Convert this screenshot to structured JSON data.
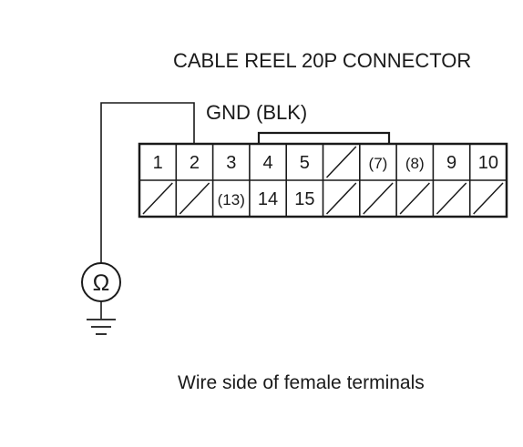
{
  "diagram": {
    "title": "CABLE REEL 20P CONNECTOR",
    "wire_label": "GND (BLK)",
    "ohmmeter_symbol": "Ω",
    "caption": "Wire side of female terminals",
    "connector": {
      "top_row": [
        "1",
        "2",
        "3",
        "4",
        "5",
        "",
        "(7)",
        "(8)",
        "9",
        "10"
      ],
      "bottom_row": [
        "",
        "",
        "(13)",
        "14",
        "15",
        "",
        "",
        "",
        "",
        ""
      ],
      "probe_terminal": "2"
    },
    "icons": {
      "ohmmeter": "ohmmeter-icon",
      "ground": "ground-icon"
    },
    "colors": {
      "line": "#1a1a1a",
      "background": "#ffffff"
    }
  }
}
